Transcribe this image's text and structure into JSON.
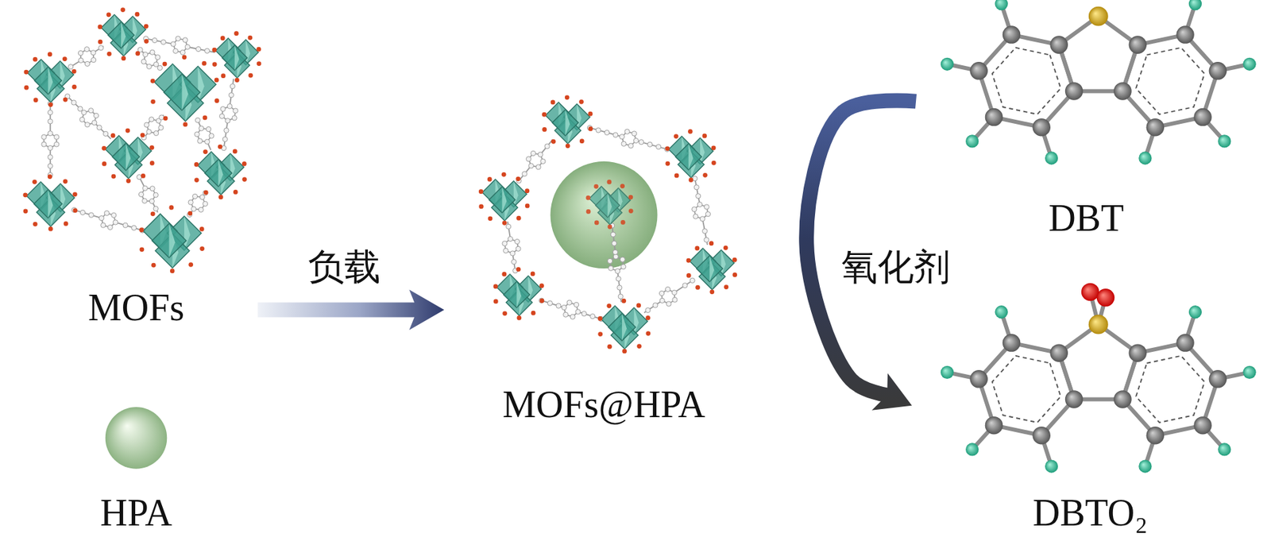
{
  "diagram": {
    "nodes": [
      {
        "text": [
          "MOFs"
        ]
      },
      {
        "text": [
          "HPA"
        ]
      },
      {
        "text": [
          "MOFs@HPA"
        ]
      },
      {
        "text": [
          "DBT"
        ]
      },
      {
        "text": [
          "DBTO₂"
        ]
      }
    ],
    "edges": [
      {
        "from": 0,
        "to": 2,
        "arrow": "to",
        "label": "负载"
      },
      {
        "from": 3,
        "to": 4,
        "arrow": "to",
        "label": "氧化剂"
      }
    ]
  }
}
